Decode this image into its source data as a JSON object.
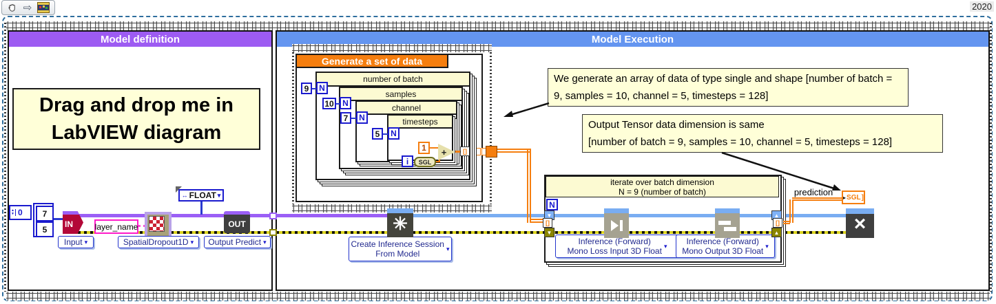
{
  "ui": {
    "caret": "▾",
    "up": "▲",
    "down": "▼",
    "bracket": "[]",
    "n": "N",
    "i": "i",
    "plus": "+",
    "enum_glyph": "↔",
    "x_glyph": "×",
    "asterisk": "✳",
    "version": "2020"
  },
  "headers": {
    "left": "Model definition",
    "right": "Model Execution"
  },
  "note": {
    "line1": "Drag and drop me in",
    "line2": "LabVIEW diagram"
  },
  "model_definition": {
    "numeric_value": "0",
    "cluster_values": [
      "7",
      "5"
    ],
    "input_badge": "IN",
    "input_label": "Input",
    "string_constant": "layer_name",
    "dropout_label": "SpatialDropout1D",
    "enum_value": "FLOAT",
    "output_badge": "OUT",
    "output_label": "Output Predict"
  },
  "generate": {
    "title": "Generate a set of data",
    "loops": [
      {
        "label": "number of batch",
        "count": "9"
      },
      {
        "label": "samples",
        "count": "10"
      },
      {
        "label": "channel",
        "count": "7"
      },
      {
        "label": "timesteps",
        "count": "5"
      }
    ],
    "const_one": "1",
    "sgl": "SGL"
  },
  "execution": {
    "loop_header_line1": "iterate over batch dimension",
    "loop_header_line2": "N = 9 (number of batch)",
    "create_label_line1": "Create Inference Session",
    "create_label_line2": "From Model",
    "inference1_line1": "Inference (Forward)",
    "inference1_line2": "Mono Loss Input 3D Float",
    "inference2_line1": "Inference (Forward)",
    "inference2_line2": "Mono Output 3D Float",
    "prediction_label": "prediction",
    "prediction_type": "SGL"
  },
  "annotations": {
    "note1": "We generate an array of data of type single and shape [number of batch = 9, samples = 10, channel = 5, timesteps = 128]",
    "note2_line1": "Output Tensor data dimension is same",
    "note2_line2": "[number of batch = 9, samples = 10, channel = 5, timesteps = 128]"
  },
  "colors": {
    "purple_header": "#9D5BF2",
    "blue_header": "#6495F0",
    "orange": "#F57E0F",
    "note_bg": "#FFFFD8",
    "wire_purple": "#9B5FF6",
    "wire_blue": "#79ADF2",
    "labview_blue": "#1A1ACE",
    "error_yellow": "#DCD51F",
    "crimson": "#B30838"
  }
}
